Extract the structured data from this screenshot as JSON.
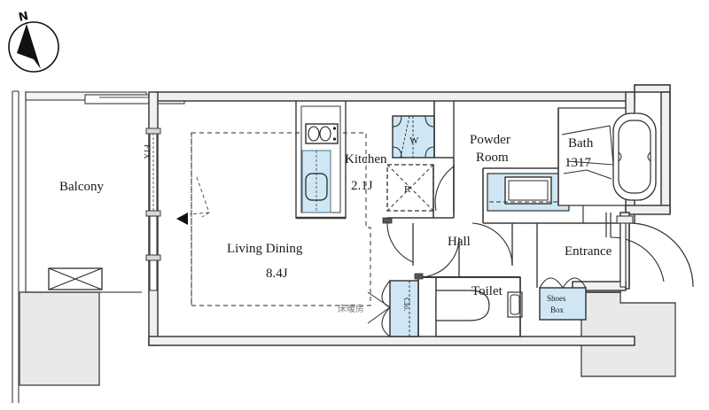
{
  "plan": {
    "type": "floor-plan",
    "compass": {
      "label": "N",
      "name": "north-arrow"
    },
    "colors": {
      "wall": "#3a3a3a",
      "wall_fill": "#f0f0f0",
      "fixture_blue": "#cfe7f5",
      "fixture_blue_stroke": "#4d6f86",
      "neighbor_fill": "#e8e8e8",
      "text": "#1a1a1a",
      "text_muted": "#7b7b7b"
    },
    "rooms": [
      {
        "id": "balcony",
        "name": "Balcony",
        "label": "Balcony",
        "area": ""
      },
      {
        "id": "living-dining",
        "name": "Living Dining",
        "label": "Living Dining",
        "area": "8.4J"
      },
      {
        "id": "kitchen",
        "name": "Kitchen",
        "label": "Kitchen",
        "area": "2.1J"
      },
      {
        "id": "powder-room",
        "name": "Powder Room",
        "label_line1": "Powder",
        "label_line2": "Room",
        "area": ""
      },
      {
        "id": "bath",
        "name": "Bath",
        "label_line1": "Bath",
        "label_line2": "1317",
        "area": ""
      },
      {
        "id": "hall",
        "name": "Hall",
        "label": "Hall",
        "area": ""
      },
      {
        "id": "toilet",
        "name": "Toilet",
        "label": "Toilet",
        "area": ""
      },
      {
        "id": "entrance",
        "name": "Entrance",
        "label": "Entrance",
        "area": ""
      }
    ],
    "fixtures": [
      {
        "id": "closet",
        "label": "Clo.",
        "orientation": "vertical"
      },
      {
        "id": "shoes-box",
        "label_line1": "Shoes",
        "label_line2": "Box"
      },
      {
        "id": "washer",
        "label": "W"
      },
      {
        "id": "refrigerator",
        "label": "R"
      },
      {
        "id": "fix-window",
        "label": "FIX",
        "orientation": "vertical"
      },
      {
        "id": "floor-heating",
        "label": "床暖房"
      }
    ]
  }
}
